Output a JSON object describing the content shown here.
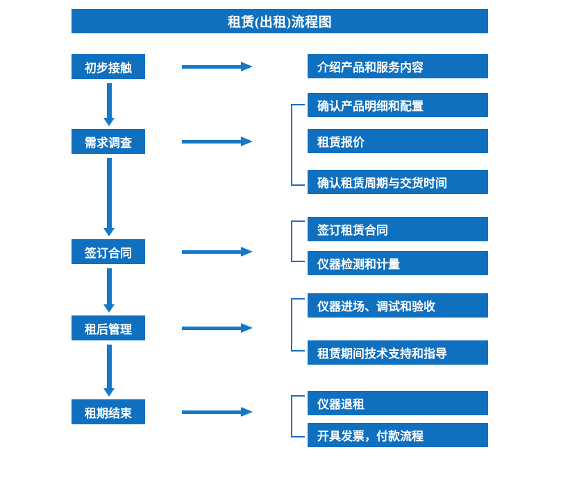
{
  "chart_data": {
    "type": "diagram",
    "title": "租赁(出租)流程图",
    "diagram_kind": "flowchart",
    "orientation": "top-to-bottom with right-side task branches",
    "colors": {
      "box_fill": "#1070c0",
      "box_text": "#ffffff",
      "arrow": "#1479c8",
      "bracket": "#1b6ec2",
      "background": "#ffffff"
    },
    "stages": [
      {
        "label": "初步接触",
        "tasks": [
          "介绍产品和服务内容"
        ],
        "bracketed": false
      },
      {
        "label": "需求调查",
        "tasks": [
          "确认产品明细和配置",
          "租赁报价",
          "确认租赁周期与交货时间"
        ],
        "bracketed": true
      },
      {
        "label": "签订合同",
        "tasks": [
          "签订租赁合同",
          "仪器检测和计量"
        ],
        "bracketed": true
      },
      {
        "label": "租后管理",
        "tasks": [
          "仪器进场、调试和验收",
          "租赁期间技术支持和指导"
        ],
        "bracketed": true
      },
      {
        "label": "租期结束",
        "tasks": [
          "仪器退租",
          "开具发票，付款流程"
        ],
        "bracketed": true
      }
    ]
  },
  "header": {
    "title": "租赁(出租)流程图"
  },
  "stages": [
    {
      "label": "初步接触"
    },
    {
      "label": "需求调查"
    },
    {
      "label": "签订合同"
    },
    {
      "label": "租后管理"
    },
    {
      "label": "租期结束"
    }
  ],
  "tasks": [
    {
      "label": "介绍产品和服务内容"
    },
    {
      "label": "确认产品明细和配置"
    },
    {
      "label": "租赁报价"
    },
    {
      "label": "确认租赁周期与交货时间"
    },
    {
      "label": "签订租赁合同"
    },
    {
      "label": "仪器检测和计量"
    },
    {
      "label": "仪器进场、调试和验收"
    },
    {
      "label": "租赁期间技术支持和指导"
    },
    {
      "label": "仪器退租"
    },
    {
      "label": "开具发票，付款流程"
    }
  ]
}
